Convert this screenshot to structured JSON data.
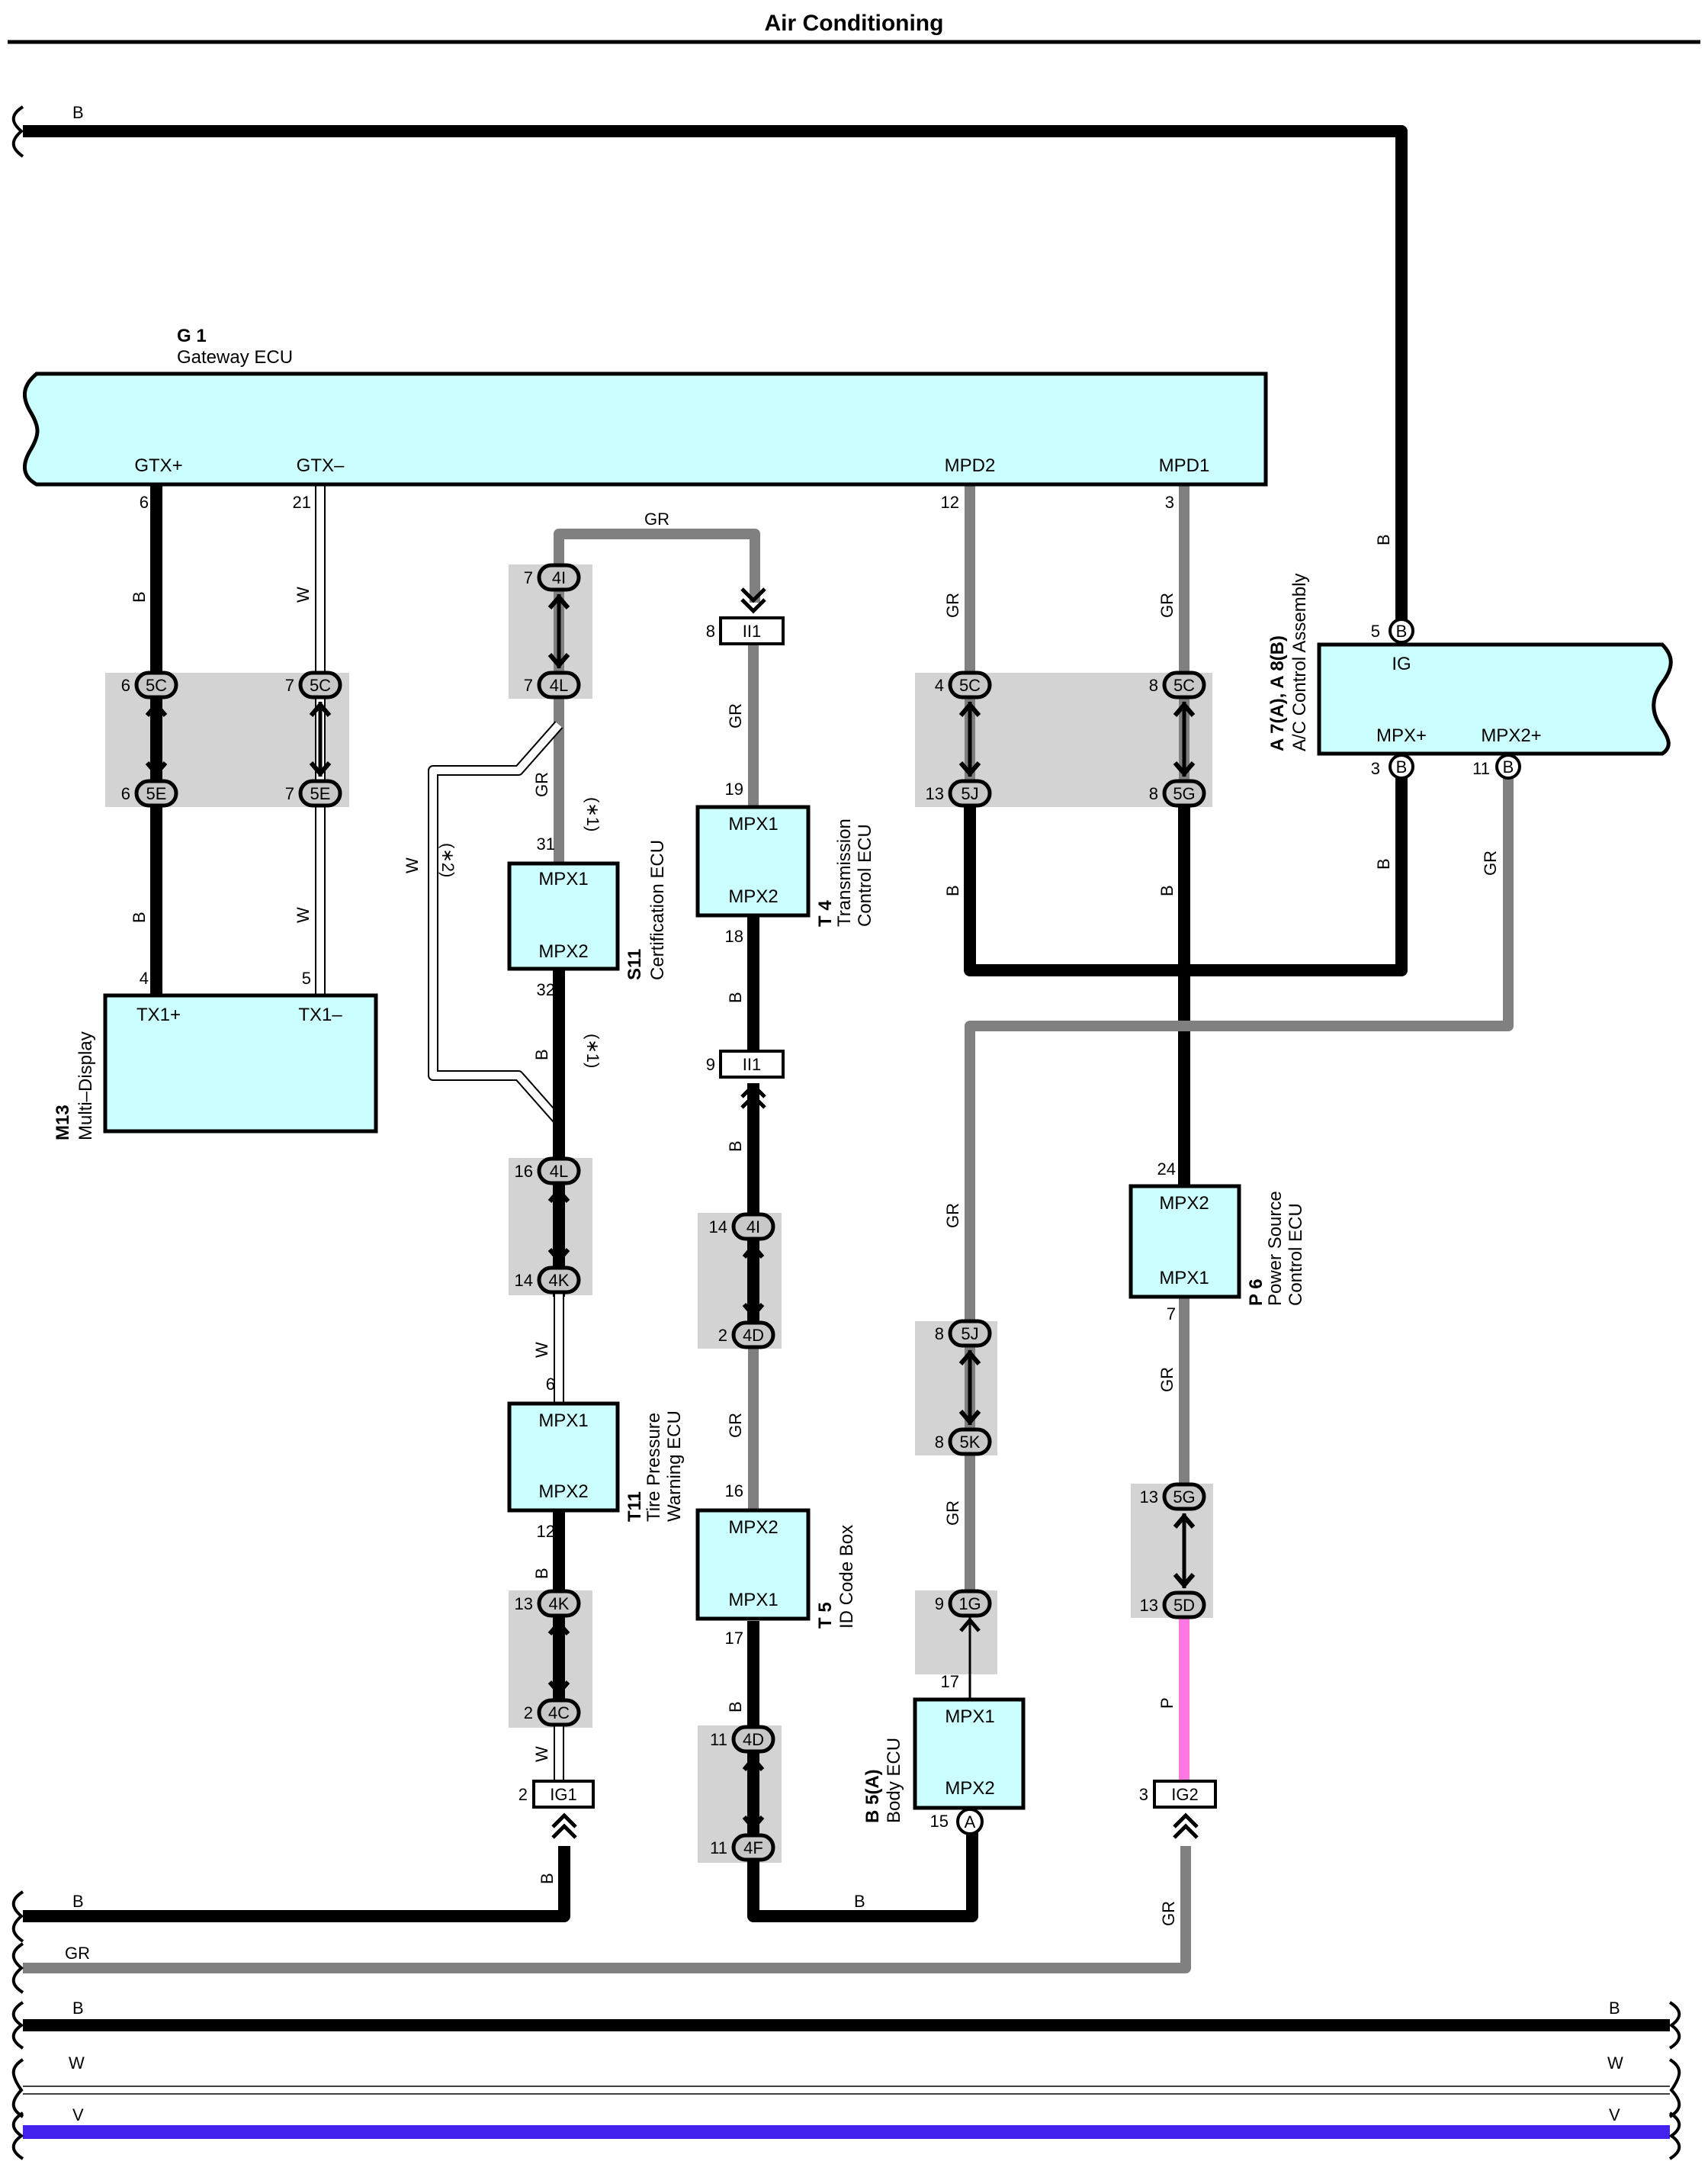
{
  "title": "Air Conditioning",
  "components": {
    "g1": {
      "id": "G 1",
      "name": "Gateway ECU",
      "pins": {
        "gtxp": "GTX+",
        "gtxm": "GTX–",
        "mpd2": "MPD2",
        "mpd1": "MPD1"
      },
      "pin_nums": {
        "gtxp": "6",
        "gtxm": "21",
        "mpd2": "12",
        "mpd1": "3"
      }
    },
    "m13": {
      "id": "M13",
      "name": "Multi–Display",
      "pins": {
        "tx1p": "TX1+",
        "tx1m": "TX1–"
      },
      "pin_nums": {
        "tx1p": "4",
        "tx1m": "5"
      }
    },
    "s11": {
      "id": "S11",
      "name": "Certification ECU",
      "pins": {
        "mpx1": "MPX1",
        "mpx2": "MPX2"
      },
      "pin_nums": {
        "mpx1": "31",
        "mpx2": "32"
      }
    },
    "t11": {
      "id": "T11",
      "name1": "Tire Pressure",
      "name2": "Warning ECU",
      "pins": {
        "mpx1": "MPX1",
        "mpx2": "MPX2"
      },
      "pin_nums": {
        "mpx1": "6",
        "mpx2": "12"
      }
    },
    "t4": {
      "id": "T 4",
      "name1": "Transmission",
      "name2": "Control ECU",
      "pins": {
        "mpx1": "MPX1",
        "mpx2": "MPX2"
      },
      "pin_nums": {
        "mpx1": "19",
        "mpx2": "18"
      }
    },
    "t5": {
      "id": "T 5",
      "name": "ID Code Box",
      "pins": {
        "mpx2": "MPX2",
        "mpx1": "MPX1"
      },
      "pin_nums": {
        "mpx2": "16",
        "mpx1": "17"
      }
    },
    "b5": {
      "id": "B 5(A)",
      "name": "Body ECU",
      "pins": {
        "mpx1": "MPX1",
        "mpx2": "MPX2"
      },
      "pin_nums": {
        "mpx1": "17",
        "mpx2": "15"
      },
      "pin_tag": "A"
    },
    "p6": {
      "id": "P 6",
      "name1": "Power Source",
      "name2": "Control ECU",
      "pins": {
        "mpx2": "MPX2",
        "mpx1": "MPX1"
      },
      "pin_nums": {
        "mpx2": "24",
        "mpx1": "7"
      }
    },
    "a7": {
      "id": "A 7(A), A 8(B)",
      "name": "A/C Control Assembly",
      "pins": {
        "ig": "IG",
        "mpxp": "MPX+",
        "mpx2p": "MPX2+"
      },
      "pin_nums": {
        "ig": "5",
        "mpxp": "3",
        "mpx2p": "11"
      },
      "pin_tag": "B"
    }
  },
  "connectors": {
    "c5c": "5C",
    "c5e": "5E",
    "c4i": "4I",
    "c4l": "4L",
    "c4k": "4K",
    "c4c": "4C",
    "c4d": "4D",
    "c4f": "4F",
    "c5j": "5J",
    "c5g": "5G",
    "c5k": "5K",
    "c1g": "1G",
    "c5d": "5D",
    "ii1": "II1",
    "ig1": "IG1",
    "ig2": "IG2"
  },
  "connector_pins": {
    "m6a": "6",
    "m7a": "7",
    "m6b": "6",
    "m7b": "7",
    "s7a": "7",
    "s7b": "7",
    "s16": "16",
    "s14": "14",
    "s13": "13",
    "s2": "2",
    "ig1p": "2",
    "ii8": "8",
    "ii9": "9",
    "t14": "14",
    "t2": "2",
    "t11a": "11",
    "t11b": "11",
    "r4": "4",
    "r13": "13",
    "r8a": "8",
    "r8b": "8",
    "b8a": "8",
    "b8b": "8",
    "b9": "9",
    "p13a": "13",
    "p13b": "13",
    "ig2p": "3"
  },
  "wire_colors": {
    "B": "B",
    "W": "W",
    "GR": "GR",
    "P": "P",
    "V": "V"
  },
  "notes": {
    "n1": "(∗1)",
    "n2": "(∗2)"
  },
  "colors": {
    "black": "#000000",
    "gray": "#808080",
    "white_wire": "#ffffff",
    "pink": "#ff77e0",
    "violet": "#4422ee",
    "ecu_fill": "#ccffff",
    "junction_shade": "#d3d3d3"
  }
}
